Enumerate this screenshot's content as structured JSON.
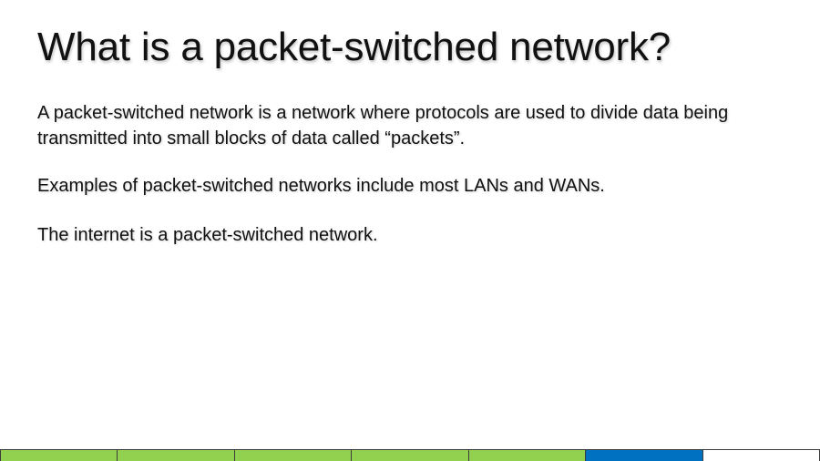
{
  "slide": {
    "title": "What is a packet-switched network?",
    "paragraphs": [
      "A packet-switched network is a network where protocols are used to divide data being transmitted into small blocks of data called “packets”.",
      "Examples of packet-switched networks include most LANs and WANs.",
      "The internet is a packet-switched network."
    ]
  },
  "progress": {
    "total_segments": 7,
    "completed_segments": 5,
    "current_segment": 6,
    "colors": {
      "completed": "#92d050",
      "current": "#0070c0",
      "remaining": "#ffffff"
    }
  }
}
